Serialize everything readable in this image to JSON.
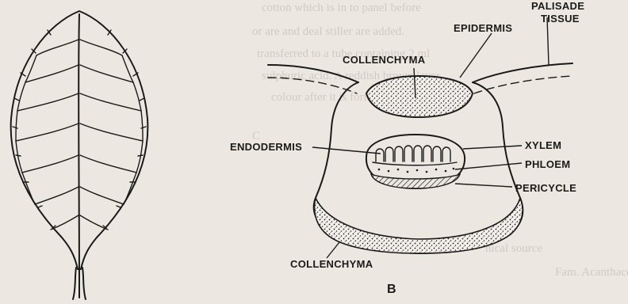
{
  "figure": {
    "panel_label": "B",
    "labels": {
      "palisade_tissue_line1": "PALISADE",
      "palisade_tissue_line2": "TISSUE",
      "epidermis": "EPIDERMIS",
      "collenchyma_top": "COLLENCHYMA",
      "endodermis": "ENDODERMIS",
      "xylem": "XYLEM",
      "phloem": "PHLOEM",
      "pericycle": "PERICYCLE",
      "collenchyma_bottom": "COLLENCHYMA"
    }
  },
  "background_text": [
    "cotton which is in to panel before",
    "or are and deal stiller are added.",
    "transferred to a tube containing 2 ml",
    "sulphuric acid. A reddish brown layer",
    "colour after it is formed due to digit",
    "C",
    "nical source",
    "Fam. Acanthaceae"
  ],
  "colors": {
    "paper": "#ece8e1",
    "ink": "#1a1a1a",
    "faded_text": "#b9b3aa"
  }
}
